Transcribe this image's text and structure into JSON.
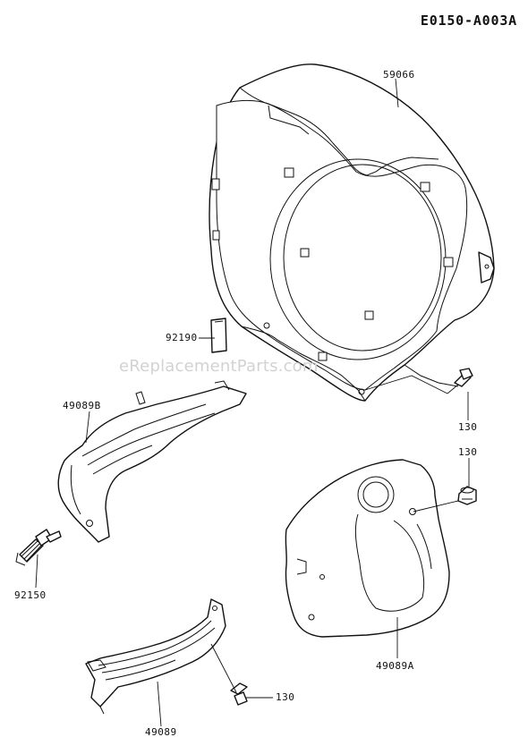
{
  "diagram_code": "E0150-A003A",
  "watermark": "eReplacementParts.com",
  "labels": {
    "p59066": "59066",
    "p92190": "92190",
    "p49089B": "49089B",
    "p92150": "92150",
    "p130_a": "130",
    "p130_b": "130",
    "p49089A": "49089A",
    "p130_c": "130",
    "p49089": "49089"
  }
}
